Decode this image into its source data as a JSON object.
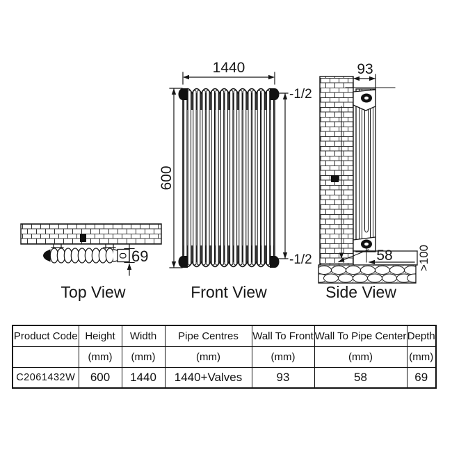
{
  "views": {
    "front": {
      "caption": "Front View",
      "width_dim": "1440",
      "height_dim": "600",
      "top_connection": "-1/2",
      "bottom_connection": "-1/2"
    },
    "top": {
      "caption": "Top View",
      "depth_dim": "69"
    },
    "side": {
      "caption": "Side View",
      "wall_to_front_dim": "93",
      "wall_to_pipe_dim": "58",
      "floor_clearance_dim": ">100"
    }
  },
  "table": {
    "columns": [
      {
        "label": "Product Code",
        "unit": ""
      },
      {
        "label": "Height",
        "unit": "(mm)"
      },
      {
        "label": "Width",
        "unit": "(mm)"
      },
      {
        "label": "Pipe Centres",
        "unit": "(mm)"
      },
      {
        "label": "Wall To Front",
        "unit": "(mm)"
      },
      {
        "label": "Wall To Pipe Center",
        "unit": "(mm)"
      },
      {
        "label": "Depth",
        "unit": "(mm)"
      }
    ],
    "rows": [
      [
        "C2061432W",
        "600",
        "1440",
        "1440+Valves",
        "93",
        "58",
        "69"
      ]
    ]
  },
  "colors": {
    "line": "#161616",
    "header_shade": "#3a3a3a",
    "background": "#ffffff"
  }
}
